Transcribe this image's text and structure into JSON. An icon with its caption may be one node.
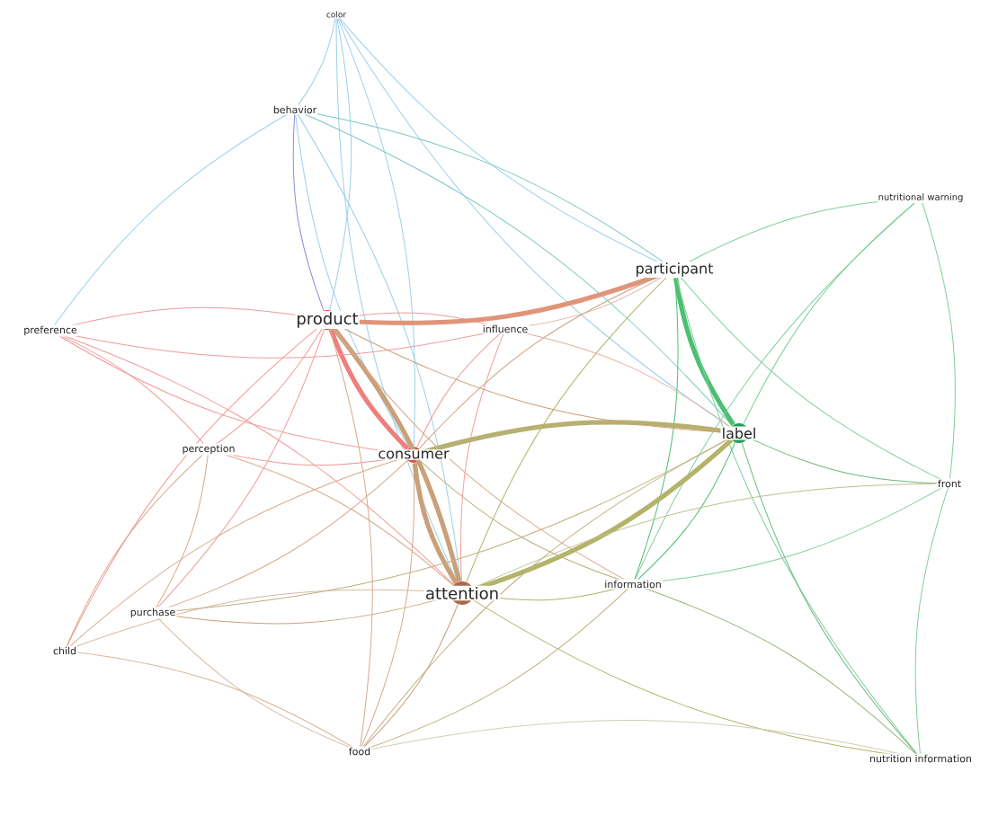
{
  "diagram": {
    "nodes": [
      {
        "text": [
          "color"
        ]
      },
      {
        "text": [
          "behavior"
        ]
      },
      {
        "text": [
          "nutritional warning"
        ]
      },
      {
        "text": [
          "participant"
        ]
      },
      {
        "text": [
          "product"
        ]
      },
      {
        "text": [
          "influence"
        ]
      },
      {
        "text": [
          "preference"
        ]
      },
      {
        "text": [
          "label"
        ]
      },
      {
        "text": [
          "perception"
        ]
      },
      {
        "text": [
          "consumer"
        ]
      },
      {
        "text": [
          "front"
        ]
      },
      {
        "text": [
          "attention"
        ]
      },
      {
        "text": [
          "information"
        ]
      },
      {
        "text": [
          "purchase"
        ]
      },
      {
        "text": [
          "child"
        ]
      },
      {
        "text": [
          "food"
        ]
      },
      {
        "text": [
          "nutrition information"
        ]
      }
    ],
    "edges": [
      {
        "from": 0,
        "to": 1,
        "arrow": "none",
        "color": "#9ccfea"
      },
      {
        "from": 0,
        "to": 3,
        "arrow": "none",
        "color": "#9ccfea"
      },
      {
        "from": 0,
        "to": 4,
        "arrow": "none",
        "color": "#9ccfea"
      },
      {
        "from": 0,
        "to": 7,
        "arrow": "none",
        "color": "#9ccfea"
      },
      {
        "from": 0,
        "to": 9,
        "arrow": "none",
        "color": "#9ccfea"
      },
      {
        "from": 0,
        "to": 11,
        "arrow": "none",
        "color": "#9ccfea"
      },
      {
        "from": 1,
        "to": 3,
        "arrow": "none",
        "color": "#7cc8c0"
      },
      {
        "from": 1,
        "to": 4,
        "arrow": "none",
        "color": "#8a8fd8"
      },
      {
        "from": 1,
        "to": 7,
        "arrow": "none",
        "color": "#7cc8c0"
      },
      {
        "from": 1,
        "to": 9,
        "arrow": "none",
        "color": "#9ccfea"
      },
      {
        "from": 1,
        "to": 11,
        "arrow": "none",
        "color": "#9ccfea"
      },
      {
        "from": 1,
        "to": 6,
        "arrow": "none",
        "color": "#9ccfea"
      },
      {
        "from": 4,
        "to": 5,
        "arrow": "none",
        "color": "#f29a98"
      },
      {
        "from": 4,
        "to": 6,
        "arrow": "none",
        "color": "#f29a98"
      },
      {
        "from": 4,
        "to": 8,
        "arrow": "none",
        "color": "#f29a98"
      },
      {
        "from": 4,
        "to": 9,
        "arrow": "none",
        "color": "#ef7f7c",
        "style": "thick"
      },
      {
        "from": 4,
        "to": 13,
        "arrow": "none",
        "color": "#f29a98"
      },
      {
        "from": 4,
        "to": 14,
        "arrow": "none",
        "color": "#f29a98"
      },
      {
        "from": 4,
        "to": 15,
        "arrow": "none",
        "color": "#d7a98a"
      },
      {
        "from": 5,
        "to": 9,
        "arrow": "none",
        "color": "#f29a98"
      },
      {
        "from": 5,
        "to": 6,
        "arrow": "none",
        "color": "#f29a98"
      },
      {
        "from": 6,
        "to": 9,
        "arrow": "none",
        "color": "#f29a98"
      },
      {
        "from": 6,
        "to": 8,
        "arrow": "none",
        "color": "#f29a98"
      },
      {
        "from": 8,
        "to": 9,
        "arrow": "none",
        "color": "#f29a98"
      },
      {
        "from": 8,
        "to": 13,
        "arrow": "none",
        "color": "#d7a98a"
      },
      {
        "from": 8,
        "to": 14,
        "arrow": "none",
        "color": "#d7a98a"
      },
      {
        "from": 9,
        "to": 13,
        "arrow": "none",
        "color": "#d7a98a"
      },
      {
        "from": 9,
        "to": 14,
        "arrow": "none",
        "color": "#d7a98a"
      },
      {
        "from": 9,
        "to": 15,
        "arrow": "none",
        "color": "#d7a98a"
      },
      {
        "from": 5,
        "to": 11,
        "arrow": "none",
        "color": "#f29a98"
      },
      {
        "from": 6,
        "to": 11,
        "arrow": "none",
        "color": "#f29a98"
      },
      {
        "from": 3,
        "to": 7,
        "arrow": "none",
        "color": "#4cbf72",
        "style": "thick"
      },
      {
        "from": 3,
        "to": 2,
        "arrow": "none",
        "color": "#7fd09a"
      },
      {
        "from": 3,
        "to": 10,
        "arrow": "none",
        "color": "#7fd09a"
      },
      {
        "from": 3,
        "to": 12,
        "arrow": "none",
        "color": "#4cbf72"
      },
      {
        "from": 3,
        "to": 16,
        "arrow": "none",
        "color": "#7fd09a"
      },
      {
        "from": 7,
        "to": 2,
        "arrow": "none",
        "color": "#7fd09a"
      },
      {
        "from": 7,
        "to": 10,
        "arrow": "none",
        "color": "#6cba7a"
      },
      {
        "from": 7,
        "to": 12,
        "arrow": "none",
        "color": "#4cbf72"
      },
      {
        "from": 7,
        "to": 16,
        "arrow": "none",
        "color": "#6cba7a"
      },
      {
        "from": 2,
        "to": 10,
        "arrow": "none",
        "color": "#7fd09a"
      },
      {
        "from": 10,
        "to": 16,
        "arrow": "none",
        "color": "#7fd09a"
      },
      {
        "from": 12,
        "to": 16,
        "arrow": "none",
        "color": "#9ab67a"
      },
      {
        "from": 2,
        "to": 12,
        "arrow": "none",
        "color": "#7fd09a"
      },
      {
        "from": 10,
        "to": 12,
        "arrow": "none",
        "color": "#7fd09a"
      },
      {
        "from": 4,
        "to": 3,
        "arrow": "none",
        "color": "#e0957a",
        "style": "thick"
      },
      {
        "from": 9,
        "to": 7,
        "arrow": "none",
        "color": "#b8b070",
        "style": "thick"
      },
      {
        "from": 11,
        "to": 7,
        "arrow": "none",
        "color": "#b3b36a",
        "style": "thick"
      },
      {
        "from": 4,
        "to": 11,
        "arrow": "none",
        "color": "#c9a07a",
        "style": "thick"
      },
      {
        "from": 9,
        "to": 11,
        "arrow": "none",
        "color": "#c9a07a",
        "style": "thick"
      },
      {
        "from": 11,
        "to": 3,
        "arrow": "none",
        "color": "#b3b36a"
      },
      {
        "from": 11,
        "to": 12,
        "arrow": "none",
        "color": "#b3b36a"
      },
      {
        "from": 11,
        "to": 13,
        "arrow": "none",
        "color": "#c9a07a"
      },
      {
        "from": 11,
        "to": 14,
        "arrow": "none",
        "color": "#d7b9a0"
      },
      {
        "from": 11,
        "to": 15,
        "arrow": "none",
        "color": "#c9a07a"
      },
      {
        "from": 11,
        "to": 16,
        "arrow": "none",
        "color": "#b3b36a"
      },
      {
        "from": 11,
        "to": 10,
        "arrow": "none",
        "color": "#c0c090"
      },
      {
        "from": 15,
        "to": 12,
        "arrow": "none",
        "color": "#c0b080"
      },
      {
        "from": 15,
        "to": 7,
        "arrow": "none",
        "color": "#c0b080"
      },
      {
        "from": 13,
        "to": 7,
        "arrow": "none",
        "color": "#c0b080"
      },
      {
        "from": 14,
        "to": 15,
        "arrow": "none",
        "color": "#d7b9a0"
      },
      {
        "from": 13,
        "to": 15,
        "arrow": "none",
        "color": "#d7b9a0"
      },
      {
        "from": 8,
        "to": 11,
        "arrow": "none",
        "color": "#d7a98a"
      },
      {
        "from": 4,
        "to": 7,
        "arrow": "none",
        "color": "#c9a07a"
      },
      {
        "from": 9,
        "to": 3,
        "arrow": "none",
        "color": "#c9a07a"
      },
      {
        "from": 9,
        "to": 12,
        "arrow": "none",
        "color": "#c0b080"
      },
      {
        "from": 5,
        "to": 7,
        "arrow": "none",
        "color": "#e0b0a0"
      },
      {
        "from": 5,
        "to": 3,
        "arrow": "none",
        "color": "#e0b0a0"
      },
      {
        "from": 15,
        "to": 16,
        "arrow": "none",
        "color": "#d0d0b0"
      },
      {
        "from": 4,
        "to": 12,
        "arrow": "none",
        "color": "#d7a98a"
      }
    ]
  }
}
